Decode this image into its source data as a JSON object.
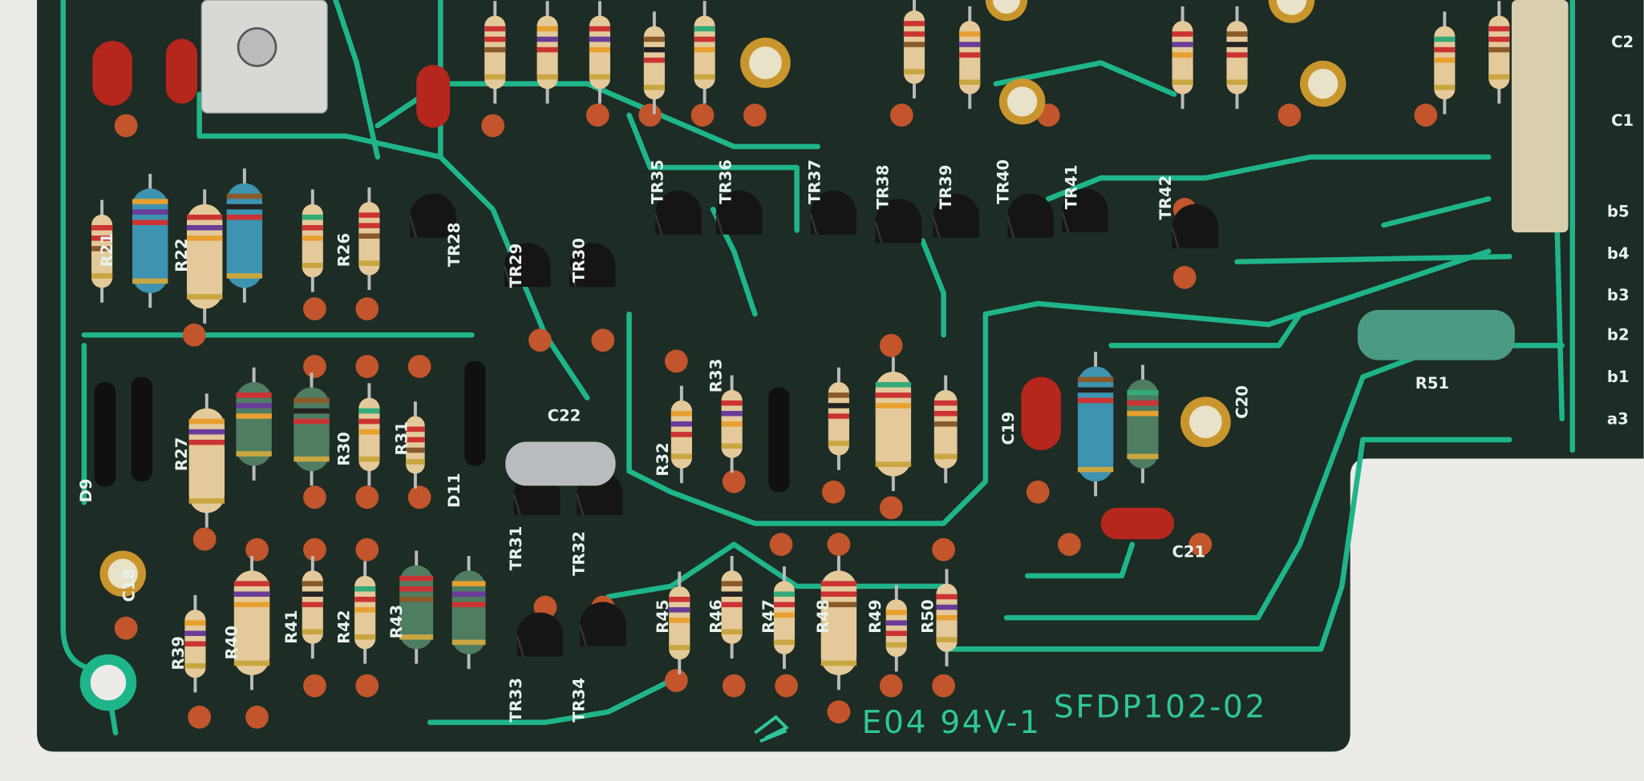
{
  "board": {
    "part_number": "SFDP102-02",
    "rating": "E04 94V-1",
    "colors": {
      "board": "#1d2c24",
      "trace": "#1fb58a",
      "pad": "#c2552c",
      "background": "#ecebe8"
    }
  },
  "labels": {
    "tr28": "TR28",
    "tr29": "TR29",
    "tr30": "TR30",
    "tr31": "TR31",
    "tr32": "TR32",
    "tr33": "TR33",
    "tr34": "TR34",
    "tr35": "TR35",
    "tr36": "TR36",
    "tr37": "TR37",
    "tr38": "TR38",
    "tr39": "TR39",
    "tr40": "TR40",
    "tr41": "TR41",
    "tr42": "TR42",
    "r21": "R21",
    "r22": "R22",
    "r26": "R26",
    "r27": "R27",
    "r30": "R30",
    "r31": "R31",
    "r32": "R32",
    "r33": "R33",
    "r39": "R39",
    "r40": "R40",
    "r41": "R41",
    "r42": "R42",
    "r43": "R43",
    "r45": "R45",
    "r46": "R46",
    "r47": "R47",
    "r48": "R48",
    "r49": "R49",
    "r50": "R50",
    "r51": "R51",
    "c18": "C18",
    "c19": "C19",
    "c20": "C20",
    "c21": "C21",
    "c22": "C22",
    "d9": "D9",
    "d11": "D11",
    "b5": "b5",
    "b4": "b4",
    "b3": "b3",
    "b2": "b2",
    "b1": "b1",
    "a3": "a3",
    "c2": "C2",
    "c1": "C1"
  }
}
